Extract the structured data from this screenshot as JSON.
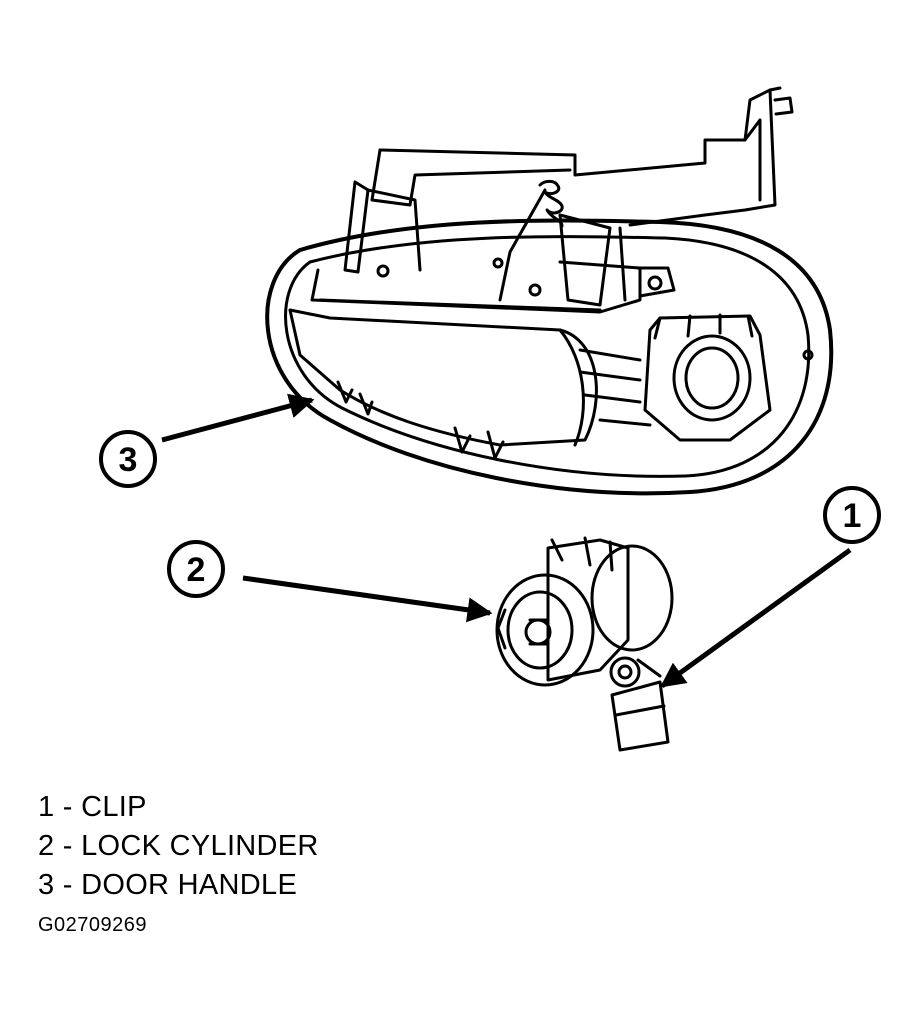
{
  "callouts": [
    {
      "number": "1",
      "part": "clip"
    },
    {
      "number": "2",
      "part": "lock-cylinder"
    },
    {
      "number": "3",
      "part": "door-handle"
    }
  ],
  "legend": [
    {
      "text": "1 - CLIP"
    },
    {
      "text": "2 - LOCK CYLINDER"
    },
    {
      "text": "3 - DOOR HANDLE"
    }
  ],
  "figure_code": "G02709269",
  "colors": {
    "line": "#000000",
    "background": "#ffffff"
  }
}
